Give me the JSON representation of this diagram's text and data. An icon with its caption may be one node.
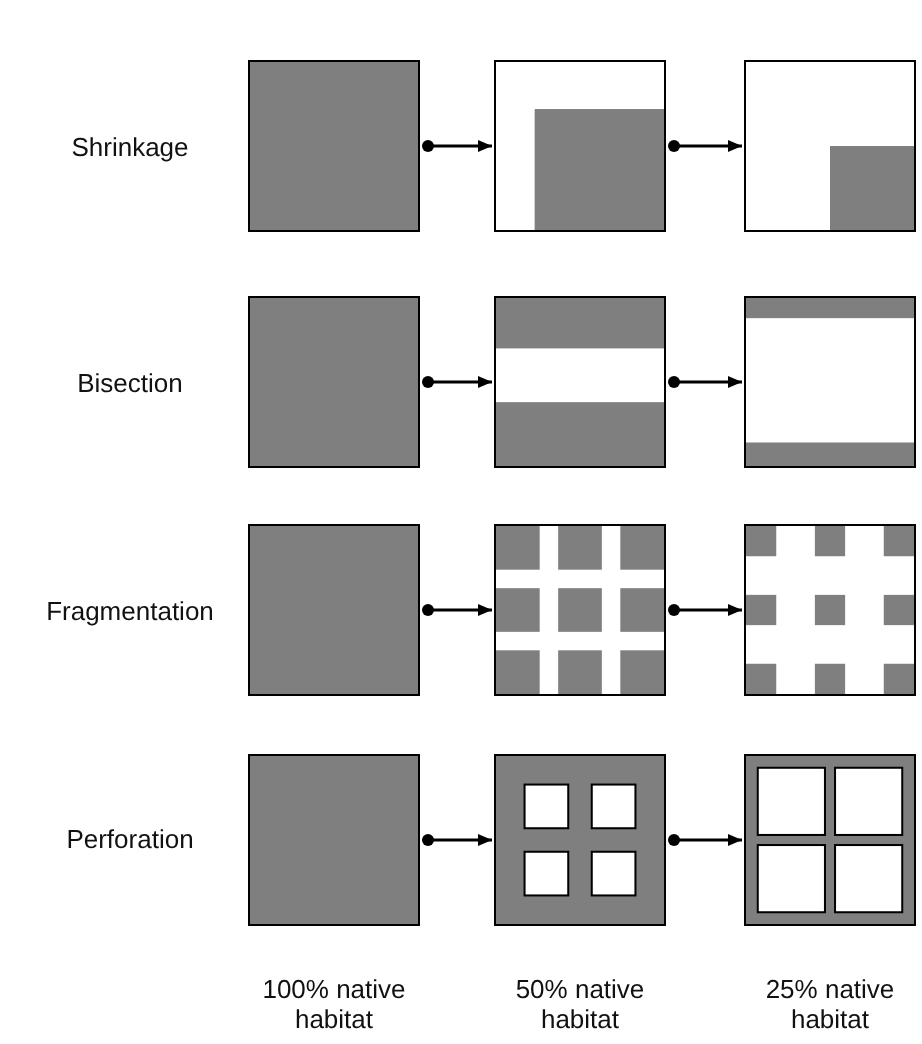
{
  "diagram": {
    "nodes": [
      {
        "text": [],
        "shape": "box"
      },
      {
        "text": [],
        "shape": "box"
      },
      {
        "text": [],
        "shape": "box"
      },
      {
        "text": [],
        "shape": "box"
      },
      {
        "text": [],
        "shape": "box"
      },
      {
        "text": [],
        "shape": "box"
      },
      {
        "text": [],
        "shape": "box"
      },
      {
        "text": [],
        "shape": "box"
      },
      {
        "text": [],
        "shape": "box"
      },
      {
        "text": [],
        "shape": "box"
      },
      {
        "text": [],
        "shape": "box"
      },
      {
        "text": [],
        "shape": "box"
      }
    ],
    "edges": [
      {
        "from": 0,
        "to": 1,
        "arrow": "to"
      },
      {
        "from": 1,
        "to": 2,
        "arrow": "to"
      },
      {
        "from": 3,
        "to": 4,
        "arrow": "to"
      },
      {
        "from": 4,
        "to": 5,
        "arrow": "to"
      },
      {
        "from": 6,
        "to": 7,
        "arrow": "to"
      },
      {
        "from": 7,
        "to": 8,
        "arrow": "to"
      },
      {
        "from": 9,
        "to": 10,
        "arrow": "to"
      },
      {
        "from": 10,
        "to": 11,
        "arrow": "to"
      }
    ],
    "labels": [
      "Shrinkage",
      "Bisection",
      "Fragmentation",
      "Perforation",
      "100% native habitat",
      "50% native habitat",
      "25% native habitat"
    ]
  }
}
